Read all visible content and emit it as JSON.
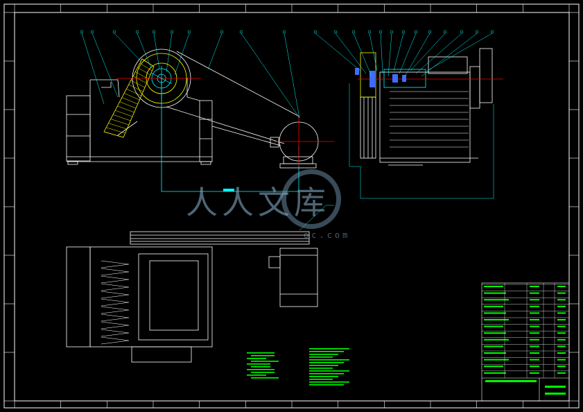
{
  "watermark": {
    "brand": "人人文库",
    "domain": "oc.com"
  },
  "colors": {
    "background": "#000000",
    "frame": "#ffffff",
    "green": "#00ff00",
    "cyan": "#00ffff",
    "yellow": "#ffff00",
    "red": "#ff0000",
    "blue": "#3f6cff"
  },
  "tables": {
    "parts_rows": 14
  }
}
